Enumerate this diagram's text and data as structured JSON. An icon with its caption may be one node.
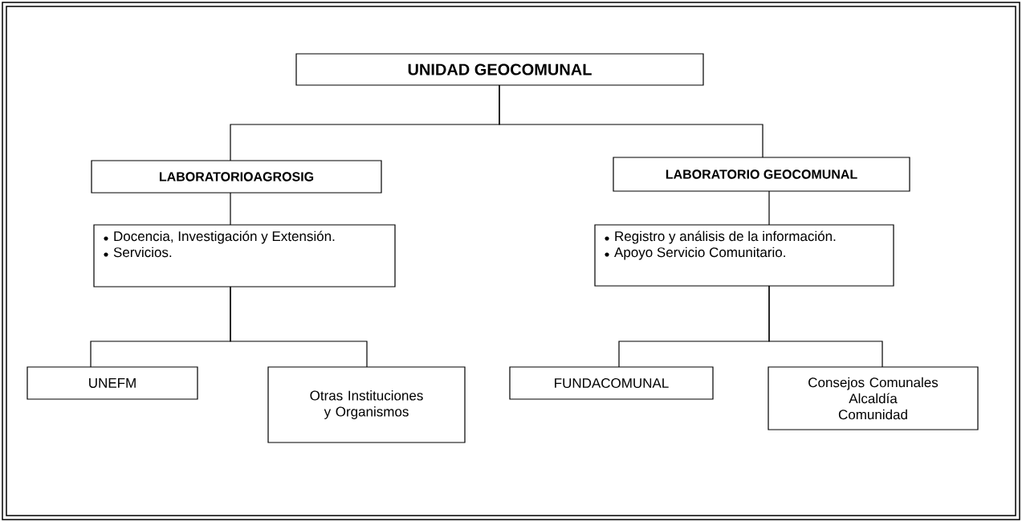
{
  "diagram": {
    "nodes": [
      {
        "text": [
          "UNIDAD GEOCOMUNAL"
        ]
      },
      {
        "text": [
          "LABORATORIOAGROSIG"
        ]
      },
      {
        "text": [
          "LABORATORIO GEOCOMUNAL"
        ]
      },
      {
        "text": [
          "Docencia, Investigación y Extensión.",
          "Servicios."
        ]
      },
      {
        "text": [
          "Registro y análisis de la información.",
          "Apoyo Servicio Comunitario."
        ]
      },
      {
        "text": [
          "UNEFM"
        ]
      },
      {
        "text": [
          "Otras Instituciones y Organismos"
        ]
      },
      {
        "text": [
          "FUNDACOMUNAL"
        ]
      },
      {
        "text": [
          "Consejos Comunales",
          "Alcaldía",
          "Comunidad"
        ]
      }
    ],
    "edges": [
      {
        "from": 0,
        "to": 1,
        "arrow": "none"
      },
      {
        "from": 0,
        "to": 2,
        "arrow": "none"
      },
      {
        "from": 1,
        "to": 3,
        "arrow": "none"
      },
      {
        "from": 2,
        "to": 4,
        "arrow": "none"
      },
      {
        "from": 3,
        "to": 5,
        "arrow": "none"
      },
      {
        "from": 3,
        "to": 6,
        "arrow": "none"
      },
      {
        "from": 4,
        "to": 7,
        "arrow": "none"
      },
      {
        "from": 4,
        "to": 8,
        "arrow": "none"
      }
    ]
  }
}
